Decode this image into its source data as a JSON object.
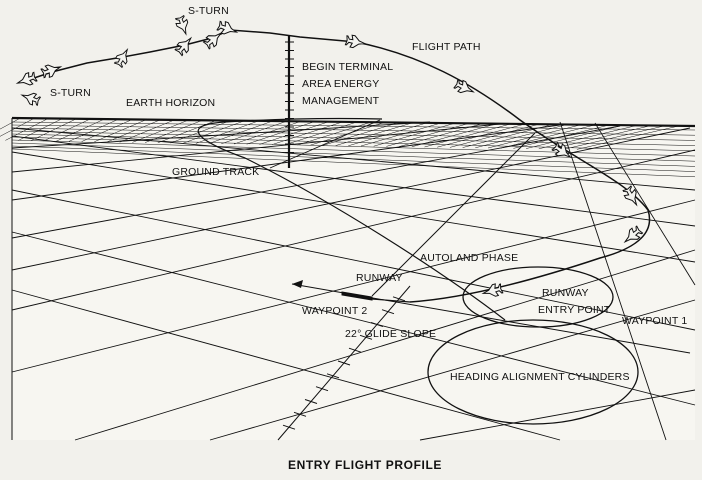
{
  "labels": {
    "s_turn_top": "S-TURN",
    "s_turn_left": "S-TURN",
    "flight_path": "FLIGHT PATH",
    "taem_line1": "BEGIN TERMINAL",
    "taem_line2": "AREA ENERGY",
    "taem_line3": "MANAGEMENT",
    "earth_horizon": "EARTH HORIZON",
    "ground_track": "GROUND TRACK",
    "autoland_phase": "AUTOLAND PHASE",
    "runway": "RUNWAY",
    "waypoint_2": "WAYPOINT 2",
    "runway_entry_line1": "RUNWAY",
    "runway_entry_line2": "ENTRY POINT",
    "waypoint_1": "WAYPOINT 1",
    "glide_slope": "22° GLIDE SLOPE",
    "heading_alignment": "HEADING ALIGNMENT CYLINDERS"
  },
  "caption": "ENTRY FLIGHT PROFILE",
  "colors": {
    "ink": "#111111",
    "paper": "#f2f1ec"
  }
}
